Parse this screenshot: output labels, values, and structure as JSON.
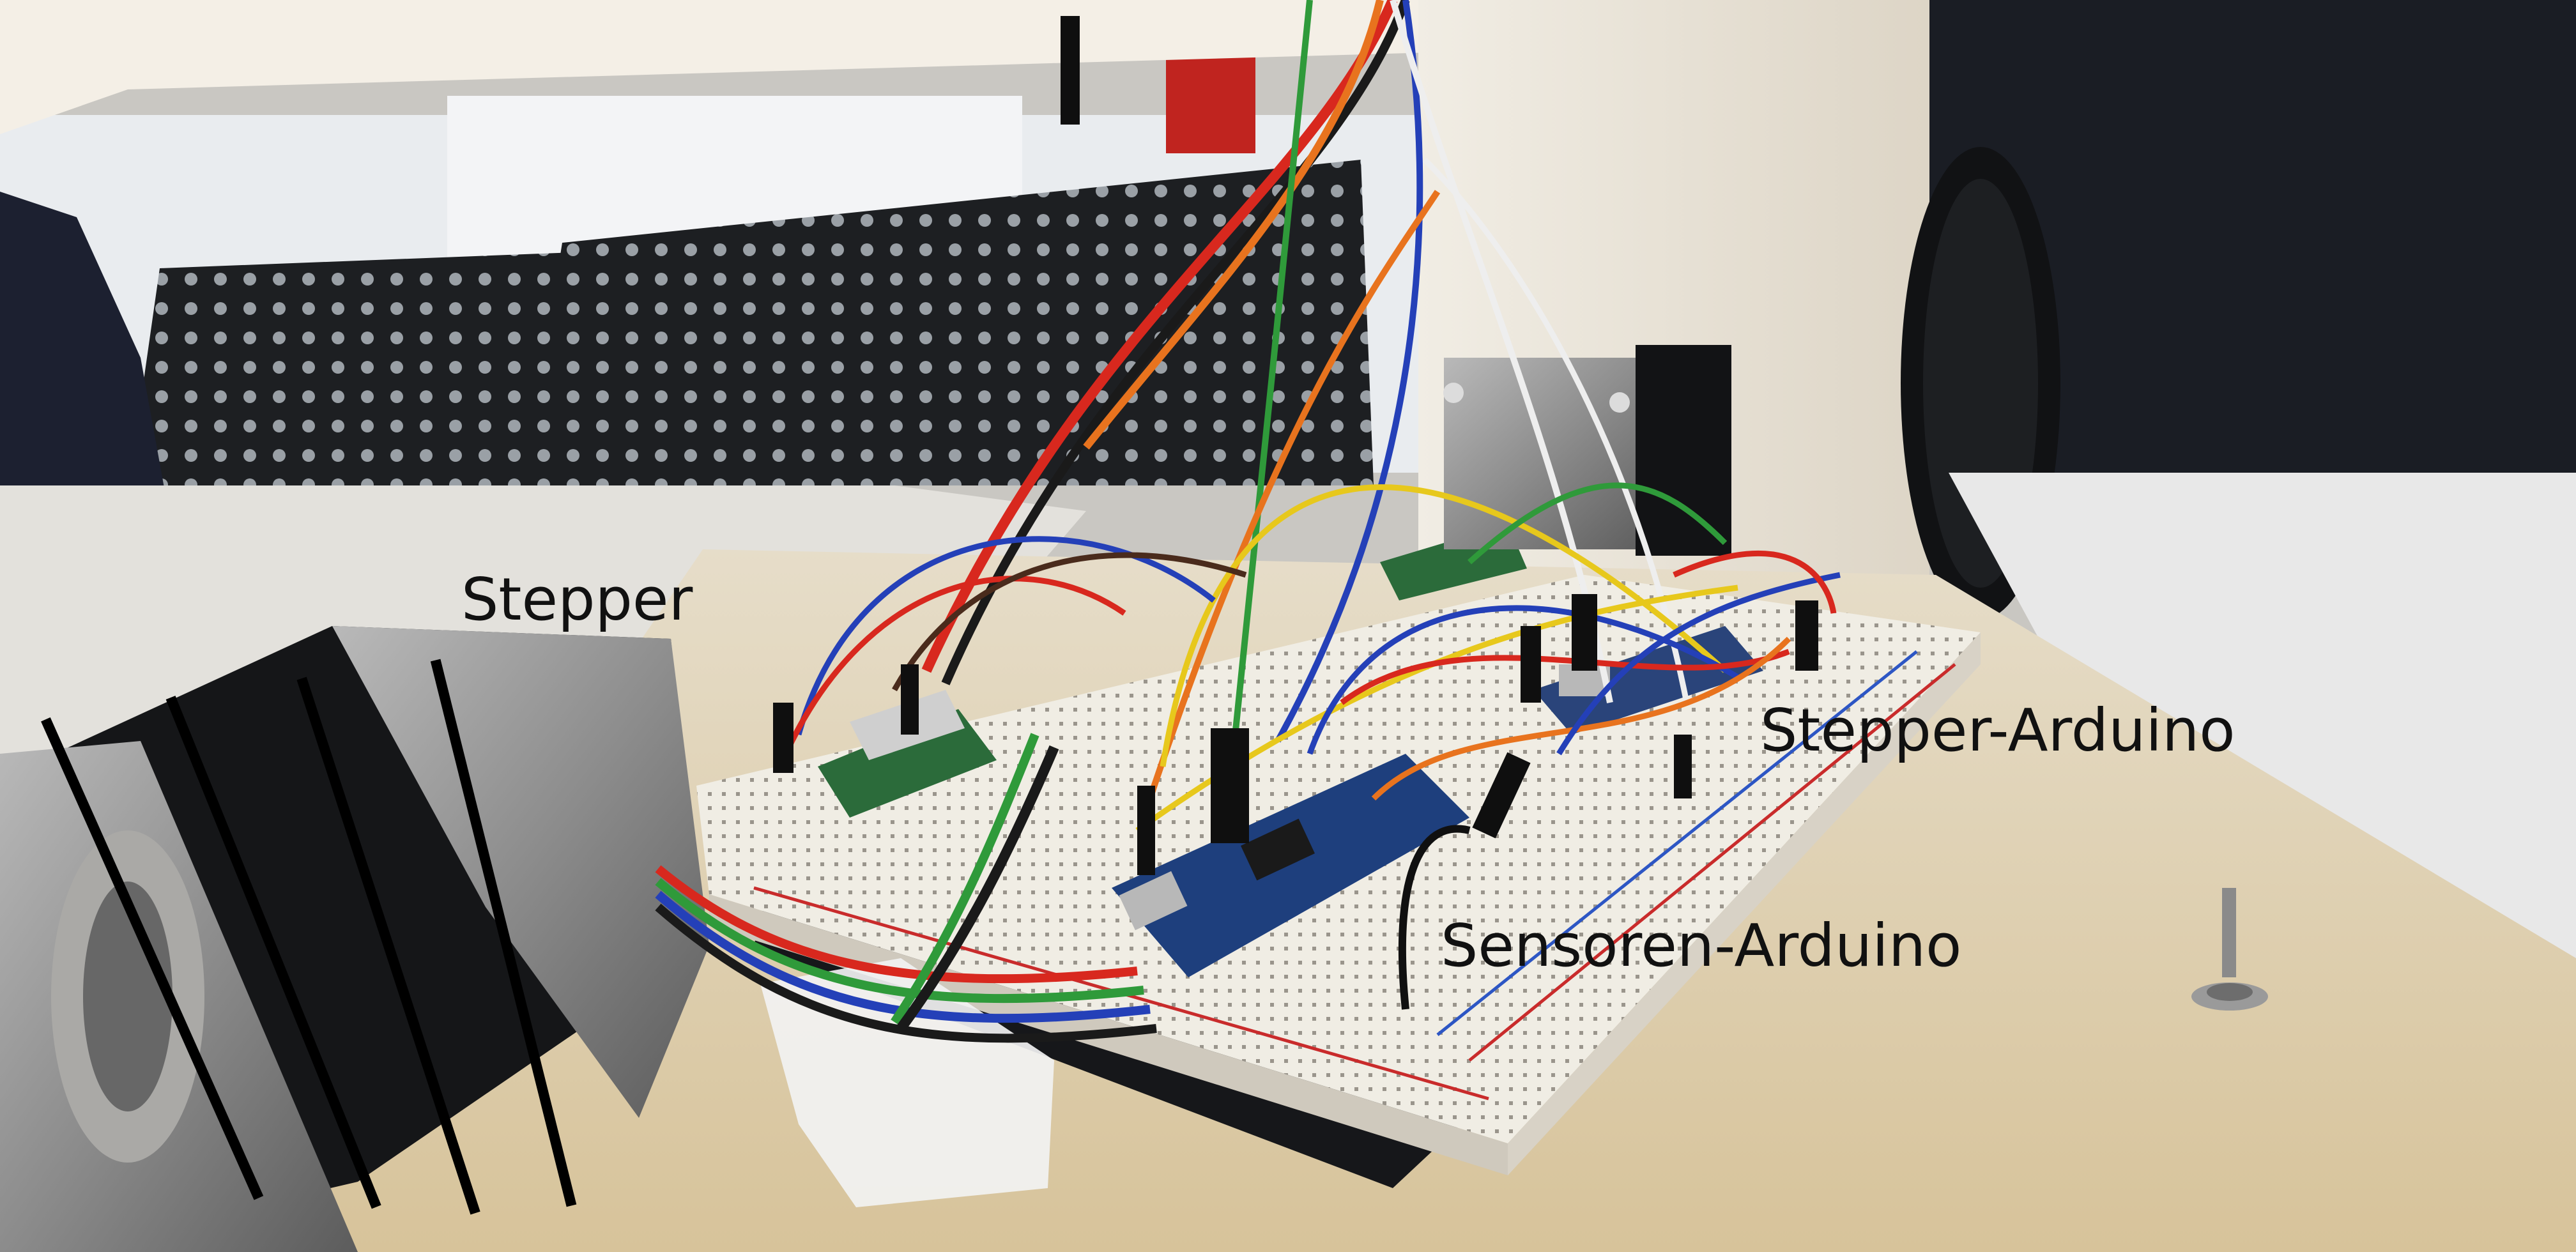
{
  "labels": {
    "stepper": "Stepper",
    "stepper_arduino": "Stepper-Arduino",
    "sensoren_arduino": "Sensoren-Arduino"
  },
  "colors": {
    "label_text": "#111111",
    "wire_red": "#d8281e",
    "wire_black": "#1a1a1a",
    "wire_orange": "#e8731e",
    "wire_yellow": "#e7c81c",
    "wire_blue": "#2440b8",
    "wire_green": "#2f9a3a",
    "wire_white": "#eeeeee",
    "wire_brown": "#4a2b1c"
  }
}
